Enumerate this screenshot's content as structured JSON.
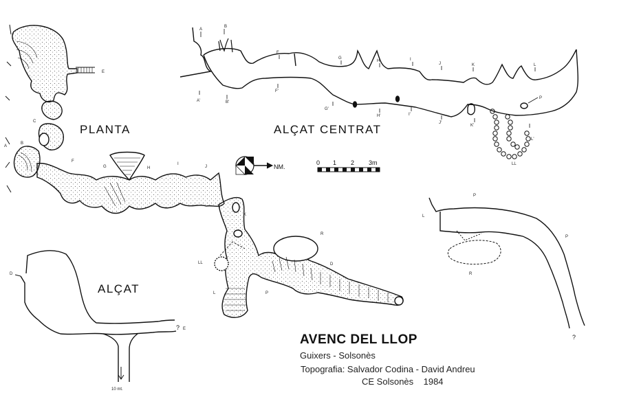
{
  "title": "AVENC DEL LLOP",
  "subtitle": "Guixers - Solsonès",
  "credits": {
    "line1": "Topografia: Salvador Codina - David Andreu",
    "club": "CE Solsonès",
    "year": "1984"
  },
  "views": {
    "plan": "PLANTA",
    "elevation": "ALÇAT",
    "central_elevation": "ALÇAT CENTRAT"
  },
  "north_label": "NM.",
  "scale": {
    "ticks": [
      "0",
      "1",
      "2",
      "3m"
    ]
  },
  "depth_note": "10 mt.",
  "markers": {
    "plan_letters": [
      "A",
      "B",
      "C",
      "F",
      "G",
      "H",
      "I",
      "J",
      "K",
      "LL",
      "L",
      "P",
      "R",
      "D",
      "E"
    ],
    "section_letters": [
      "A",
      "A'",
      "B",
      "B'",
      "F",
      "F'",
      "G",
      "G'",
      "H",
      "H'",
      "I",
      "I'",
      "J",
      "J'",
      "K",
      "K'",
      "L",
      "L'",
      "LL",
      "P"
    ],
    "unknown": "?",
    "elevation_letters": [
      "D",
      "E",
      "L",
      "P",
      "R"
    ]
  }
}
